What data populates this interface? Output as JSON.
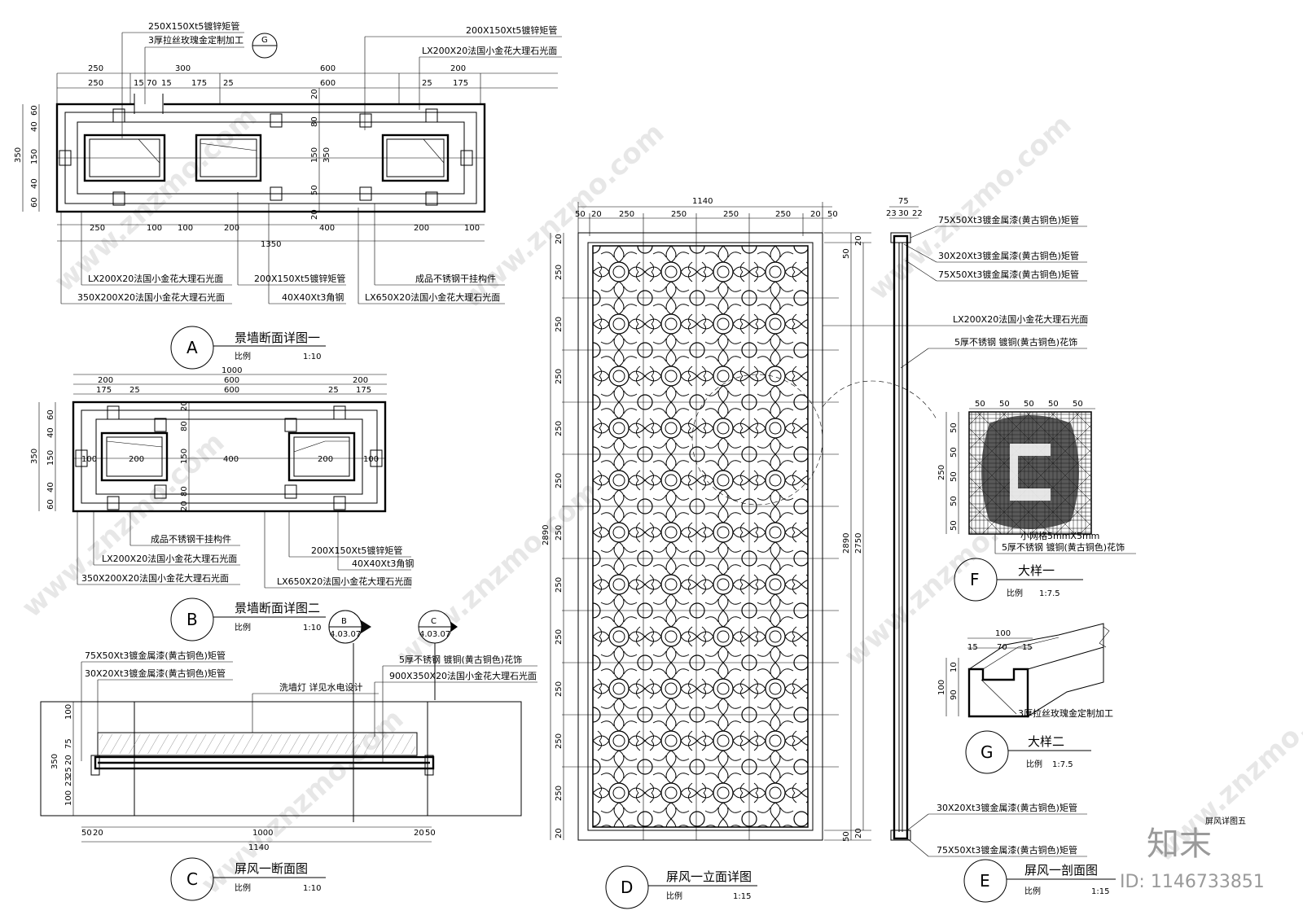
{
  "sectionA": {
    "title": "景墙断面详图一",
    "scale_label": "比例",
    "scale": "1:10",
    "marker": "A",
    "callouts": [
      "250X150Xt5镀锌矩管",
      "3厚拉丝玫瑰金定制加工",
      "200X150Xt5镀锌矩管",
      "LX200X20法国小金花大理石光面",
      "LX200X20法国小金花大理石光面",
      "350X200X20法国小金花大理石光面",
      "200X150Xt5镀锌矩管",
      "40X40Xt3角钢",
      "成品不锈钢干挂构件",
      "LX650X20法国小金花大理石光面"
    ],
    "dims_top1": [
      "250",
      "300",
      "600",
      "200"
    ],
    "dims_top2": [
      "250",
      "15",
      "70",
      "15",
      "175",
      "25",
      "600",
      "25",
      "175"
    ],
    "dims_bottom": [
      "250",
      "100",
      "100",
      "200",
      "400",
      "200",
      "100"
    ],
    "dim_total": "1350",
    "dims_left": [
      "60",
      "40",
      "150",
      "40",
      "60"
    ],
    "dim_left_total": "350",
    "dims_inner": [
      "20",
      "80",
      "150",
      "350",
      "50",
      "20"
    ],
    "ref": "G"
  },
  "sectionB": {
    "title": "景墙断面详图二",
    "scale_label": "比例",
    "scale": "1:10",
    "marker": "B",
    "dim_total": "1000",
    "dims_top1": [
      "200",
      "600",
      "200"
    ],
    "dims_top2": [
      "175",
      "25",
      "600",
      "25",
      "175"
    ],
    "dims_inner": [
      "100",
      "200",
      "400",
      "200",
      "100"
    ],
    "dims_left": [
      "60",
      "40",
      "150",
      "40",
      "60"
    ],
    "dim_left_total": "350",
    "dims_mid": [
      "20",
      "80",
      "150",
      "80",
      "20"
    ],
    "callouts": [
      "成品不锈钢干挂构件",
      "LX200X20法国小金花大理石光面",
      "350X200X20法国小金花大理石光面",
      "200X150Xt5镀锌矩管",
      "40X40Xt3角钢",
      "LX650X20法国小金花大理石光面"
    ]
  },
  "sectionC": {
    "title": "屏风一断面图",
    "scale_label": "比例",
    "scale": "1:10",
    "marker": "C",
    "callouts": [
      "75X50Xt3镀金属漆(黄古铜色)矩管",
      "30X20Xt3镀金属漆(黄古铜色)矩管",
      "洗墙灯 详见水电设计",
      "5厚不锈钢 镀铜(黄古铜色)花饰",
      "900X350X20法国小金花大理石光面"
    ],
    "dims_bottom": [
      "50",
      "20",
      "1000",
      "20",
      "50"
    ],
    "dim_total": "1140",
    "dims_left": [
      "100",
      "75",
      "350",
      "20",
      "25",
      "23",
      "100"
    ],
    "sym_b_top": "B",
    "sym_b_bot": "4.03.07",
    "sym_c_top": "C",
    "sym_c_bot": "4.03.07"
  },
  "sectionD": {
    "title": "屏风一立面详图",
    "scale_label": "比例",
    "scale": "1:15",
    "marker": "D",
    "dim_total": "1140",
    "dims_top": [
      "50",
      "20",
      "250",
      "250",
      "250",
      "250",
      "20",
      "50"
    ],
    "dims_left": [
      "20",
      "250",
      "250",
      "250",
      "250",
      "250",
      "250",
      "250",
      "250",
      "250",
      "250",
      "250",
      "20"
    ],
    "dim_height": "2890",
    "dims_right": [
      "2890",
      "2750"
    ],
    "dims_right_end": [
      "20",
      "50",
      "20",
      "50"
    ]
  },
  "sectionE": {
    "title": "屏风一剖面图",
    "scale_label": "比例",
    "scale": "1:15",
    "marker": "E",
    "dims_top": [
      "75",
      "23",
      "30",
      "22"
    ],
    "callouts": [
      "75X50Xt3镀金属漆(黄古铜色)矩管",
      "30X20Xt3镀金属漆(黄古铜色)矩管",
      "75X50Xt3镀金属漆(黄古铜色)矩管",
      "LX200X20法国小金花大理石光面",
      "5厚不锈钢 镀铜(黄古铜色)花饰",
      "30X20Xt3镀金属漆(黄古铜色)矩管",
      "75X50Xt3镀金属漆(黄古铜色)矩管"
    ]
  },
  "detailF": {
    "title": "大样一",
    "scale_label": "比例",
    "scale": "1:7.5",
    "marker": "F",
    "dims_top": [
      "50",
      "50",
      "50",
      "50",
      "50"
    ],
    "dims_left": [
      "50",
      "50",
      "50",
      "50",
      "50"
    ],
    "dim_left_total": "250",
    "notes": [
      "小网格5mmX5mm",
      "5厚不锈钢 镀铜(黄古铜色)花饰"
    ]
  },
  "detailG": {
    "title": "大样二",
    "scale_label": "比例",
    "scale": "1:7.5",
    "marker": "G",
    "dims_top": [
      "100",
      "15",
      "70",
      "15"
    ],
    "dims_left": [
      "10",
      "100",
      "90"
    ],
    "note": "3厚拉丝玫瑰金定制加工"
  },
  "footer": {
    "sheet_title": "屏风详图五",
    "logo": "知末",
    "id": "ID: 1146733851"
  },
  "watermark": "www.znzmo.com",
  "colors": {
    "line": "#000000",
    "watermark": "#bdbdbd",
    "logo": "#9a9a9a"
  }
}
